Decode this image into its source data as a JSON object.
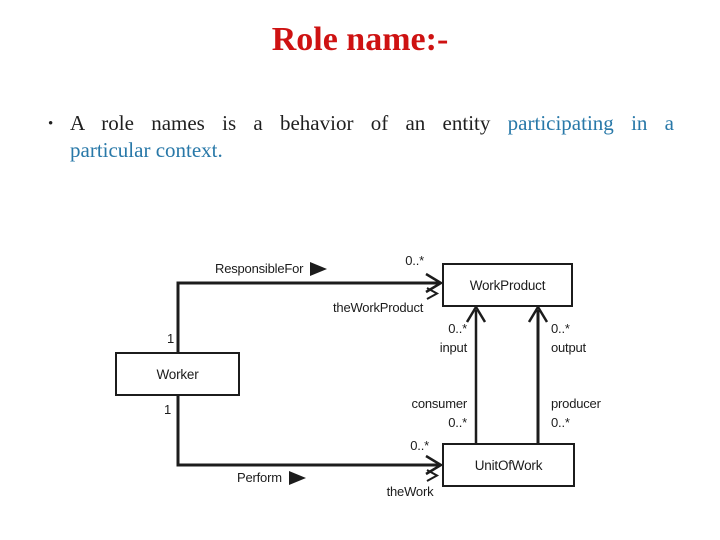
{
  "colors": {
    "title": "#ce1212",
    "teal": "#2878a8",
    "ink": "#1c1c1c"
  },
  "slide": {
    "title": "Role name:-",
    "bullet": {
      "marker": "•",
      "lead_text": "A role names is  a behavior of an entity",
      "highlight_line1": "participating in a",
      "highlight_line2": "particular context."
    }
  },
  "diagram": {
    "boxes": {
      "worker": "Worker",
      "work_product": "WorkProduct",
      "unit_of_work": "UnitOfWork"
    },
    "associations": {
      "responsible_for": "ResponsibleFor",
      "perform": "Perform",
      "the_work_product": "theWorkProduct",
      "the_work": "theWork"
    },
    "roles": {
      "input": "input",
      "output": "output",
      "consumer": "consumer",
      "producer": "producer"
    },
    "multiplicities": {
      "worker_top": "1",
      "worker_bottom": "1",
      "work_product_end": "0..*",
      "unit_of_work_end": "0..*",
      "input": "0..*",
      "output": "0..*",
      "consumer": "0..*",
      "producer": "0..*"
    }
  }
}
